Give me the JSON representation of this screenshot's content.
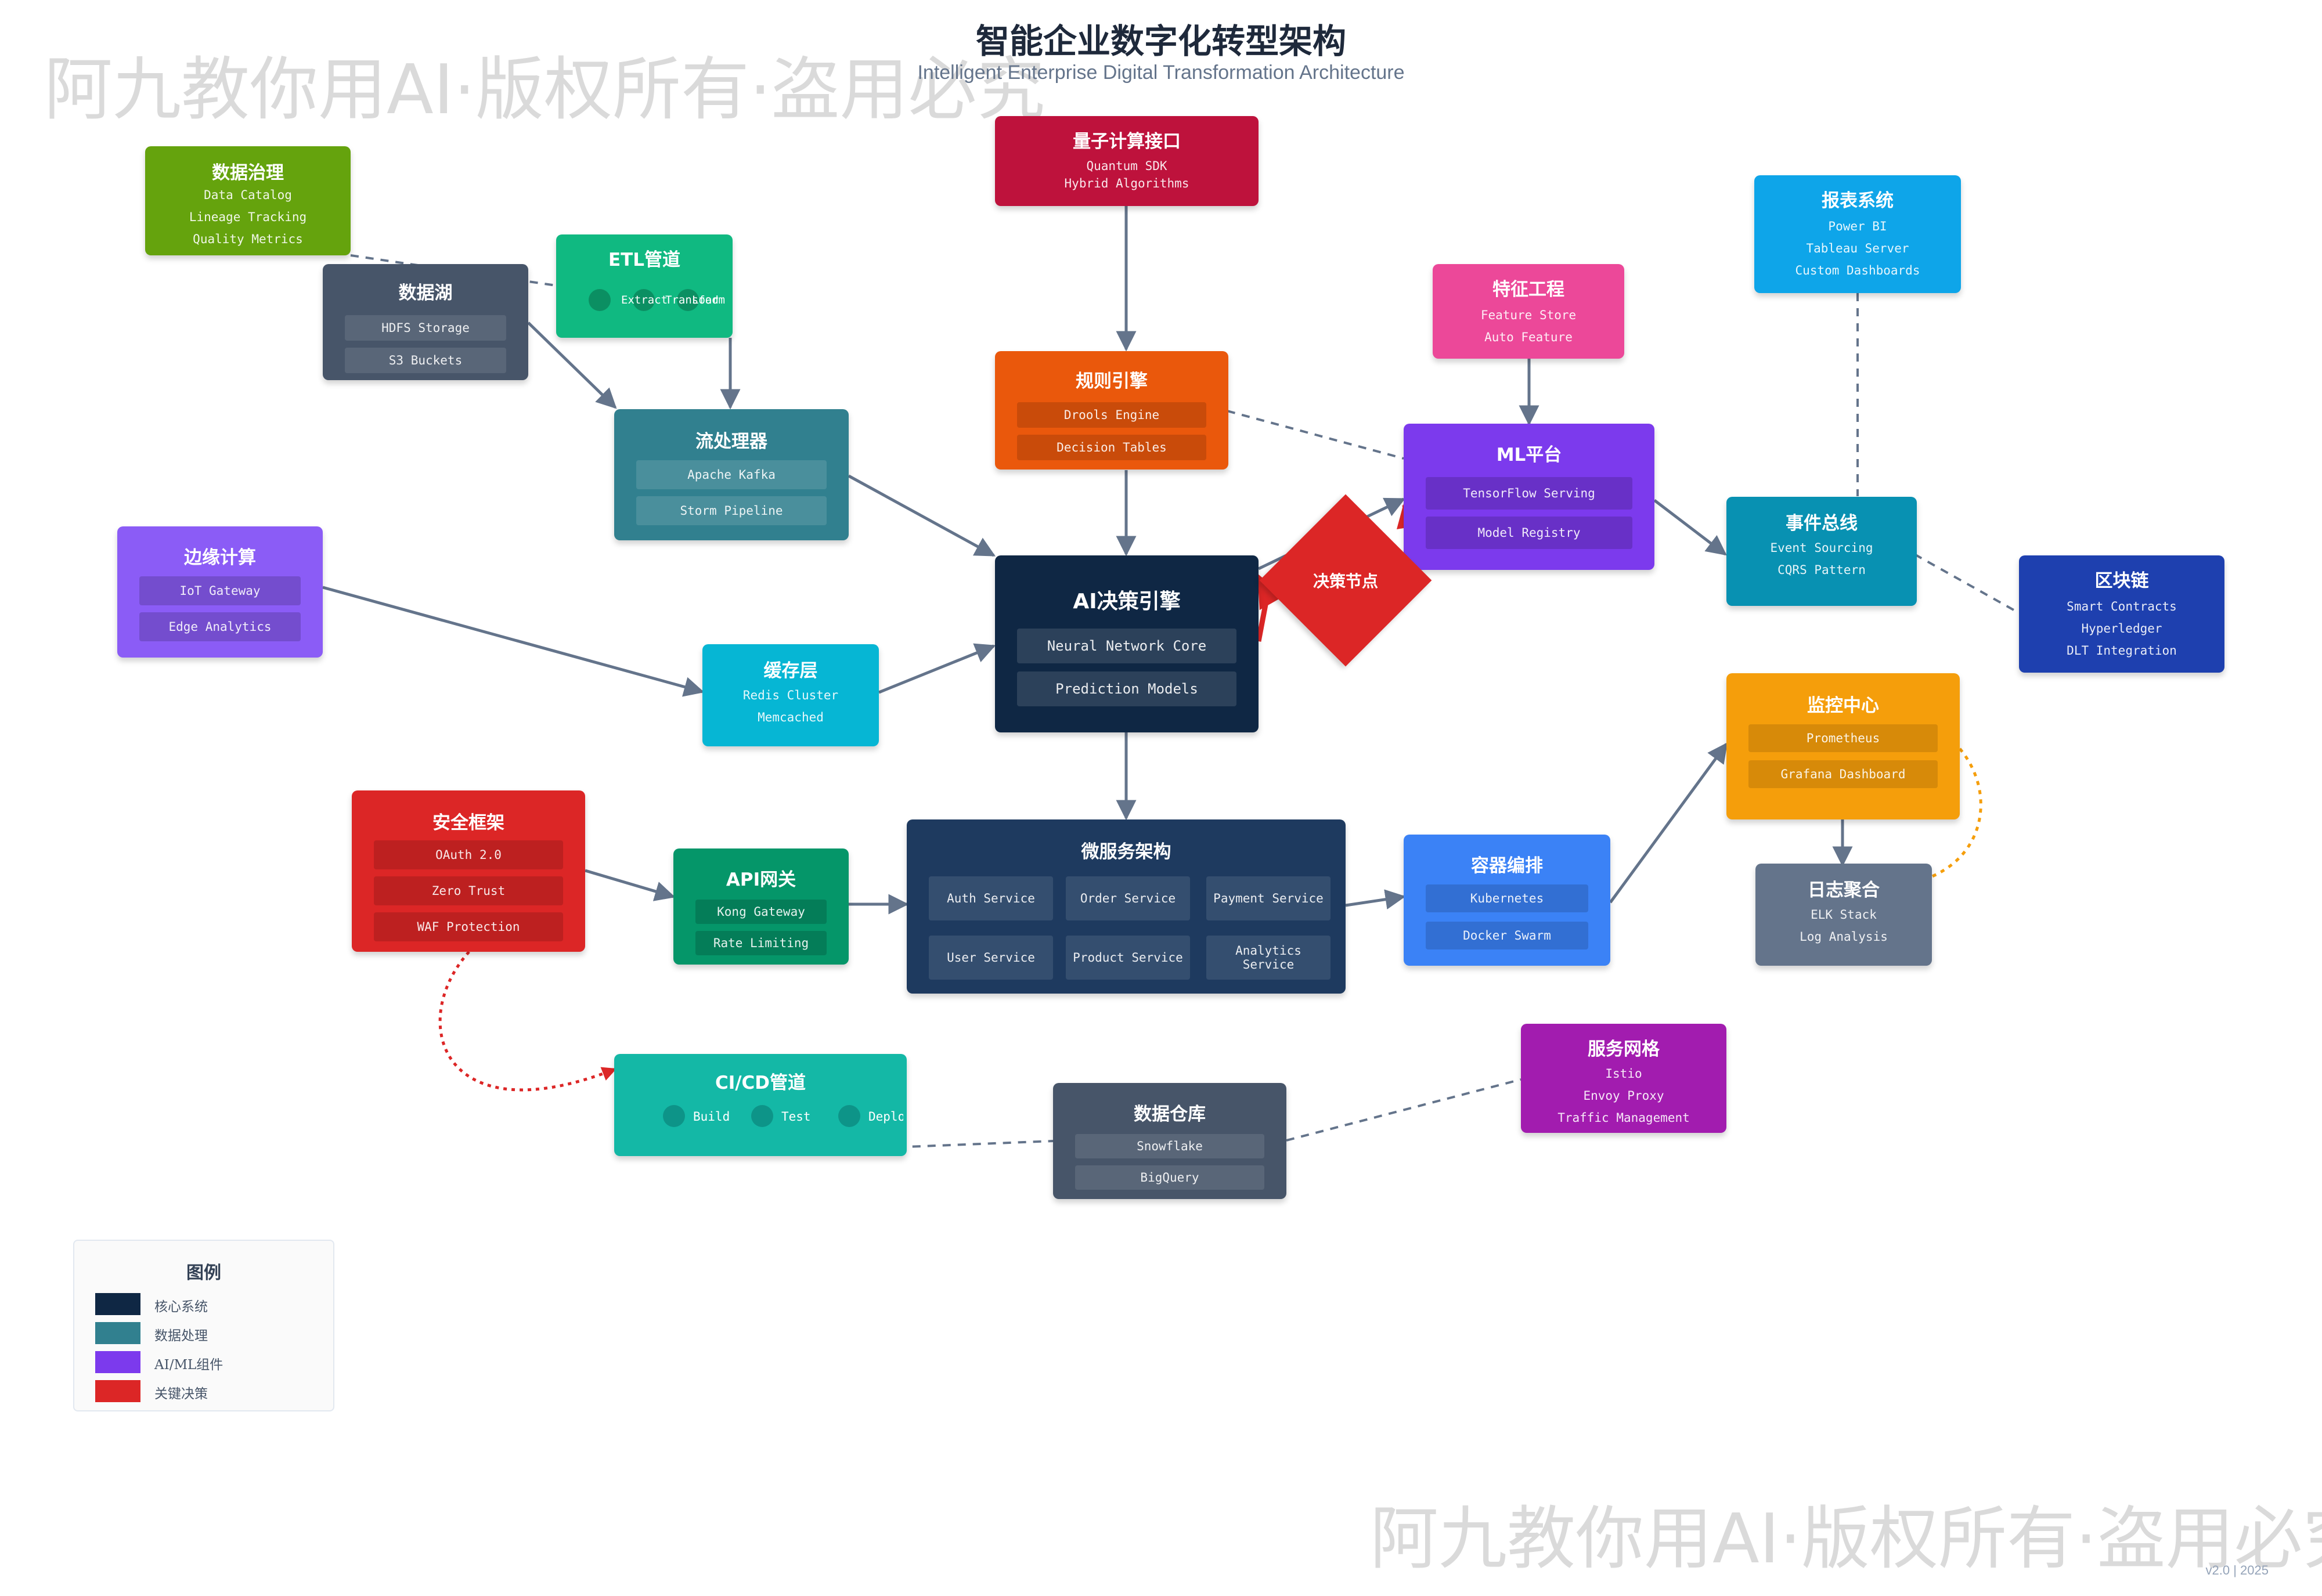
{
  "header": {
    "title": "智能企业数字化转型架构",
    "subtitle": "Intelligent Enterprise Digital Transformation Architecture"
  },
  "watermark": {
    "text": "阿九教你用AI·版权所有·盗用必究"
  },
  "version": "v2.0 | 2025",
  "colors": {
    "arrow": "#64748b",
    "critical_arrow": "#dc2626",
    "dashed": "#64748b",
    "security_dotted": "#dc2626",
    "monitor_dotted": "#f59e0b"
  },
  "nodes": {
    "data_governance": {
      "title": "数据治理",
      "lines": [
        "Data Catalog",
        "Lineage Tracking",
        "Quality Metrics"
      ],
      "color": "#65a30d"
    },
    "data_lake": {
      "title": "数据湖",
      "chips": [
        "HDFS Storage",
        "S3 Buckets"
      ],
      "color": "#475569"
    },
    "etl": {
      "title": "ETL管道",
      "steps": [
        "Extract",
        "Transform",
        "Load"
      ],
      "color": "#10b981"
    },
    "quantum": {
      "title": "量子计算接口",
      "lines": [
        "Quantum SDK",
        "Hybrid Algorithms"
      ],
      "color": "#be123c"
    },
    "rules_engine": {
      "title": "规则引擎",
      "chips": [
        "Drools Engine",
        "Decision Tables"
      ],
      "color": "#ea580c"
    },
    "stream": {
      "title": "流处理器",
      "chips": [
        "Apache Kafka",
        "Storm Pipeline"
      ],
      "color": "#31808f"
    },
    "feature_eng": {
      "title": "特征工程",
      "lines": [
        "Feature Store",
        "Auto Feature"
      ],
      "color": "#ec4899"
    },
    "reporting": {
      "title": "报表系统",
      "lines": [
        "Power BI",
        "Tableau Server",
        "Custom Dashboards"
      ],
      "color": "#0ea5e9"
    },
    "ml_platform": {
      "title": "ML平台",
      "chips": [
        "TensorFlow Serving",
        "Model Registry"
      ],
      "color": "#7c3aed"
    },
    "event_bus": {
      "title": "事件总线",
      "lines": [
        "Event Sourcing",
        "CQRS Pattern"
      ],
      "color": "#0891b2"
    },
    "blockchain": {
      "title": "区块链",
      "lines": [
        "Smart Contracts",
        "Hyperledger",
        "DLT Integration"
      ],
      "color": "#1e40af"
    },
    "edge": {
      "title": "边缘计算",
      "chips": [
        "IoT Gateway",
        "Edge Analytics"
      ],
      "color": "#8b5cf6"
    },
    "cache": {
      "title": "缓存层",
      "lines": [
        "Redis Cluster",
        "Memcached"
      ],
      "color": "#06b6d4"
    },
    "ai_engine": {
      "title": "AI决策引擎",
      "chips": [
        "Neural Network Core",
        "Prediction Models"
      ],
      "color": "#0f2744"
    },
    "decision_node": {
      "title": "决策节点",
      "color": "#dc2626"
    },
    "monitoring": {
      "title": "监控中心",
      "chips": [
        "Prometheus",
        "Grafana Dashboard"
      ],
      "color": "#f59e0b"
    },
    "security": {
      "title": "安全框架",
      "chips": [
        "OAuth 2.0",
        "Zero Trust",
        "WAF Protection"
      ],
      "color": "#dc2626"
    },
    "api_gateway": {
      "title": "API网关",
      "chips": [
        "Kong Gateway",
        "Rate Limiting"
      ],
      "color": "#059669"
    },
    "microservices": {
      "title": "微服务架构",
      "services": [
        "Auth Service",
        "Order Service",
        "Payment Service",
        "User Service",
        "Product Service",
        "Analytics Service"
      ],
      "color": "#1e3a5f"
    },
    "containers": {
      "title": "容器编排",
      "chips": [
        "Kubernetes",
        "Docker Swarm"
      ],
      "color": "#3b82f6"
    },
    "logs": {
      "title": "日志聚合",
      "lines": [
        "ELK Stack",
        "Log Analysis"
      ],
      "color": "#64748b"
    },
    "cicd": {
      "title": "CI/CD管道",
      "steps": [
        "Build",
        "Test",
        "Deploy"
      ],
      "color": "#14b8a6"
    },
    "warehouse": {
      "title": "数据仓库",
      "chips": [
        "Snowflake",
        "BigQuery"
      ],
      "color": "#475569"
    },
    "service_mesh": {
      "title": "服务网格",
      "lines": [
        "Istio",
        "Envoy Proxy",
        "Traffic Management"
      ],
      "color": "#a21caf"
    }
  },
  "legend": {
    "title": "图例",
    "items": [
      {
        "label": "核心系统",
        "color": "#0f2744"
      },
      {
        "label": "数据处理",
        "color": "#31808f"
      },
      {
        "label": "AI/ML组件",
        "color": "#7c3aed"
      },
      {
        "label": "关键决策",
        "color": "#dc2626"
      }
    ]
  }
}
